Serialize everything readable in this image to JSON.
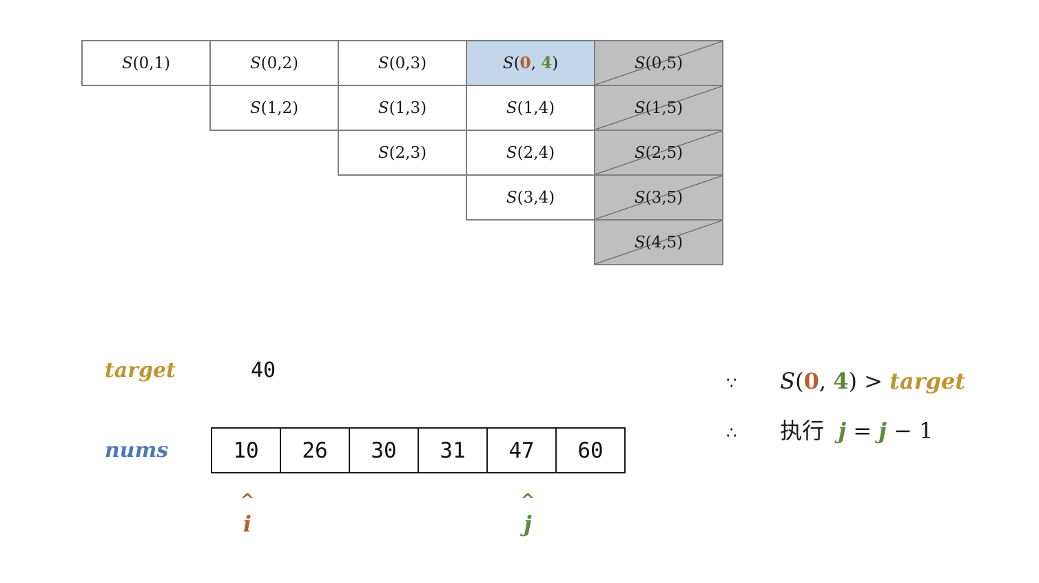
{
  "matrix": {
    "rows": [
      [
        {
          "i": "0",
          "j": "1",
          "state": "plain"
        },
        {
          "i": "0",
          "j": "2",
          "state": "plain"
        },
        {
          "i": "0",
          "j": "3",
          "state": "plain"
        },
        {
          "i": "0",
          "j": "4",
          "state": "highlight"
        },
        {
          "i": "0",
          "j": "5",
          "state": "eliminated"
        }
      ],
      [
        {
          "i": "1",
          "j": "2",
          "state": "plain"
        },
        {
          "i": "1",
          "j": "3",
          "state": "plain"
        },
        {
          "i": "1",
          "j": "4",
          "state": "plain"
        },
        {
          "i": "1",
          "j": "5",
          "state": "eliminated"
        }
      ],
      [
        {
          "i": "2",
          "j": "3",
          "state": "plain"
        },
        {
          "i": "2",
          "j": "4",
          "state": "plain"
        },
        {
          "i": "2",
          "j": "5",
          "state": "eliminated"
        }
      ],
      [
        {
          "i": "3",
          "j": "4",
          "state": "plain"
        },
        {
          "i": "3",
          "j": "5",
          "state": "eliminated"
        }
      ],
      [
        {
          "i": "4",
          "j": "5",
          "state": "eliminated"
        }
      ]
    ],
    "function_name": "S",
    "colors": {
      "highlight": "#c3d6ea",
      "eliminated": "#bfbfbf",
      "border": "#7f7f7f"
    }
  },
  "target": {
    "label": "target",
    "value": "40",
    "color": "#bf9530"
  },
  "nums": {
    "label": "nums",
    "values": [
      "10",
      "26",
      "30",
      "31",
      "47",
      "60"
    ],
    "color": "#4a79b8"
  },
  "pointers": {
    "i": {
      "caret": "^",
      "name": "i",
      "index": 0,
      "color": "#b4612c"
    },
    "j": {
      "caret": "^",
      "name": "j",
      "index": 4,
      "color": "#5e8a3a"
    }
  },
  "reasoning": {
    "because_symbol": "∵",
    "condition": {
      "func": "S",
      "i": "0",
      "j": "4",
      "op": ">",
      "rhs": "target"
    },
    "therefore_symbol": "∴",
    "action": {
      "verb": "执行",
      "lhs": "j",
      "eq": "=",
      "rhs_var": "j",
      "minus": "−",
      "num": "1"
    }
  }
}
